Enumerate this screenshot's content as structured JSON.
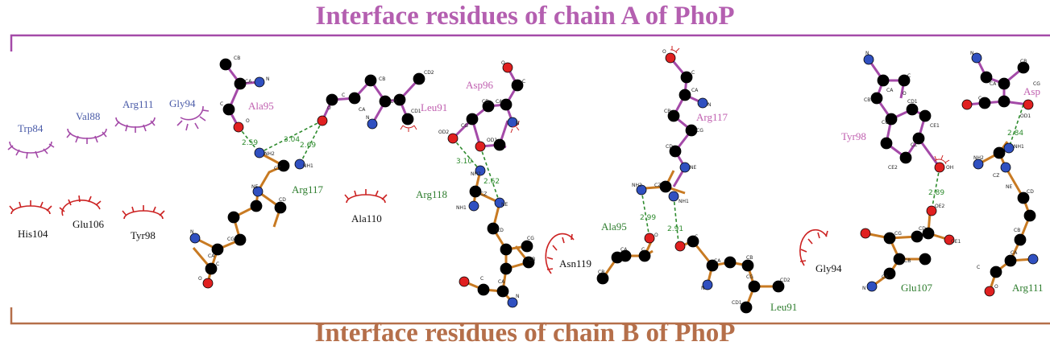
{
  "titles": {
    "top": "Interface residues of chain A of PhoP",
    "bottom": "Interface residues of chain B of PhoP"
  },
  "colors": {
    "chain_a": "#b45fb0",
    "chain_b": "#b56f4a",
    "bond_a": "#a44aa8",
    "bond_b": "#c87a22",
    "hbond": "#2e8b2e",
    "hydrophobic": "#cc2222",
    "residue_a": "#4a5ba8",
    "residue_b": "#111111",
    "residue_main": "#2e7d2e",
    "residue_pink": "#c060b0",
    "carbon": "#000000",
    "nitrogen": "#3050c0",
    "oxygen": "#e02020"
  },
  "residue_labels": {
    "trp84": "Trp84",
    "val88": "Val88",
    "arg111a": "Arg111",
    "gly94a": "Gly94",
    "his104": "His104",
    "glu106": "Glu106",
    "tyr98b": "Tyr98",
    "ala95a": "Ala95",
    "arg117a": "Arg117",
    "leu91a": "Leu91",
    "ala110": "Ala110",
    "asp96": "Asp96",
    "arg118": "Arg118",
    "asn119": "Asn119",
    "arg117b": "Arg117",
    "ala95b": "Ala95",
    "leu91b": "Leu91",
    "gly94b": "Gly94",
    "tyr98a": "Tyr98",
    "glu107": "Glu107",
    "asp_partial": "Asp",
    "arg111b": "Arg111"
  },
  "hbond_distances": {
    "d1": "2.59",
    "d2": "3.04",
    "d3": "2.69",
    "d4": "3.10",
    "d5": "2.62",
    "d6": "2.99",
    "d7": "2.91",
    "d8": "2.89",
    "d9": "2.84"
  },
  "atom_labels": {
    "cb": "CB",
    "ca": "CA",
    "c": "C",
    "n": "N",
    "o": "O",
    "cg": "CG",
    "cd": "CD",
    "cd1": "CD1",
    "cd2": "CD2",
    "ne": "NE",
    "cz": "CZ",
    "nh1": "NH1",
    "nh2": "NH2",
    "od1": "OD1",
    "od2": "OD2",
    "oe1": "OE1",
    "oe2": "OE2",
    "oh": "OH",
    "ce1": "CE1",
    "ce2": "CE2"
  }
}
